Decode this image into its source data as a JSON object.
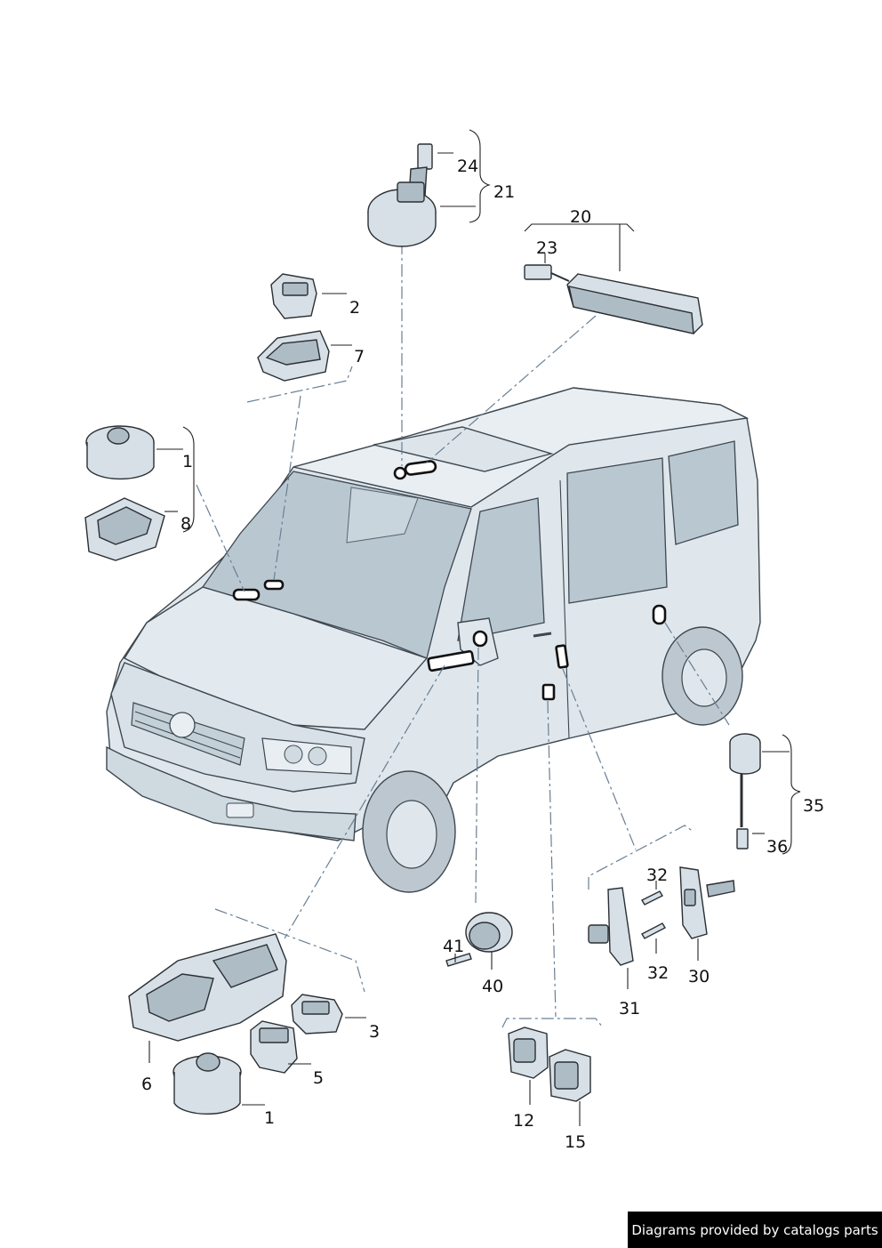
{
  "callouts": {
    "c24": "24",
    "c21": "21",
    "c20": "20",
    "c23": "23",
    "c2": "2",
    "c7": "7",
    "c1_top": "1",
    "c8": "8",
    "c35": "35",
    "c36": "36",
    "c32_top": "32",
    "c32_bottom": "32",
    "c30": "30",
    "c31": "31",
    "c41": "41",
    "c40": "40",
    "c3": "3",
    "c5": "5",
    "c6": "6",
    "c1_bottom": "1",
    "c12": "12",
    "c15": "15"
  },
  "credit": {
    "text": "Diagrams provided by catalogs parts"
  },
  "colors": {
    "part_fill": "#d7e0e6",
    "leader_dash": "#6a7f93",
    "credit_bg": "#000000"
  }
}
